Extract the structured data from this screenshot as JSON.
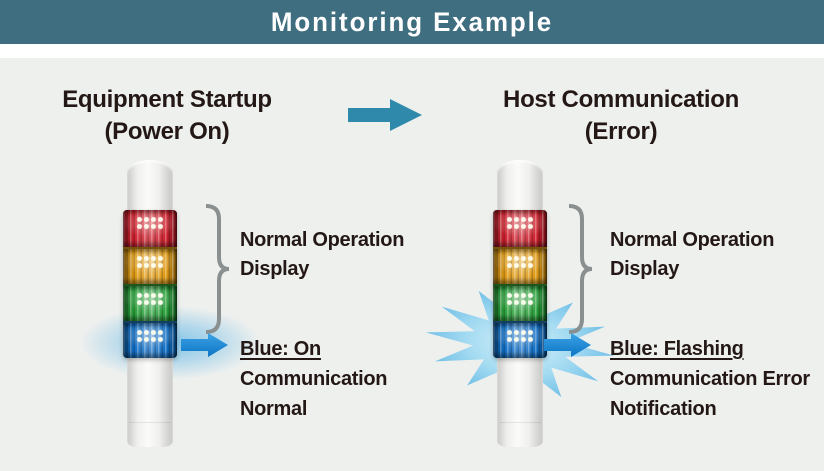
{
  "header": {
    "title": "Monitoring Example"
  },
  "colors": {
    "page_bg": "#ffffff",
    "header_bg": "#3e6e80",
    "panel_bg": "#eef0ee",
    "text": "#231815",
    "flow_arrow": "#2f89ab",
    "indicator_arrow_dark": "#0d74c4",
    "indicator_arrow_light": "#3ba3e6",
    "glow": "#7fc3e8",
    "burst": "#8dd2ec",
    "brace": "#8a8f8f",
    "seg_red": "#cf1f2c",
    "seg_amber": "#e09a12",
    "seg_green": "#27a038",
    "seg_blue": "#0f6ec6"
  },
  "tower_segments": [
    "red",
    "amber",
    "green",
    "blue"
  ],
  "left": {
    "title_line1": "Equipment Startup",
    "title_line2": "(Power On)",
    "brace_label_line1": "Normal Operation",
    "brace_label_line2": "Display",
    "status_title": "Blue: On",
    "status_line1": "Communication",
    "status_line2": "Normal",
    "blue_effect": "glow-on"
  },
  "right": {
    "title_line1": "Host Communication",
    "title_line2": "(Error)",
    "brace_label_line1": "Normal Operation",
    "brace_label_line2": "Display",
    "status_title": "Blue: Flashing",
    "status_line1": "Communication Error",
    "status_line2": "Notification",
    "blue_effect": "flash-burst"
  }
}
